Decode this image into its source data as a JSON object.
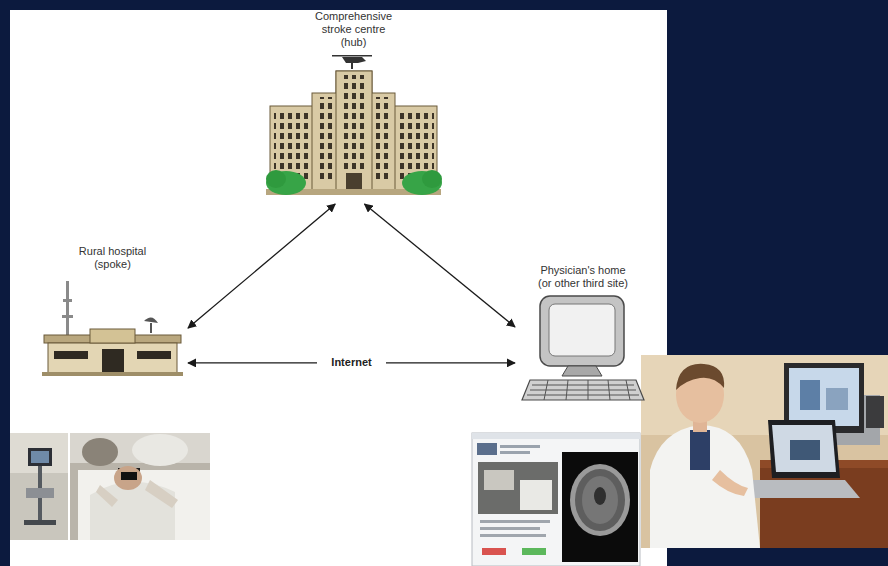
{
  "diagram": {
    "nodes": [
      {
        "text": [
          "Comprehensive stroke centre (hub)"
        ]
      },
      {
        "text": [
          "Rural hospital (spoke)"
        ]
      },
      {
        "text": [
          "Physician's home (or other third site)"
        ]
      }
    ],
    "edges": [
      {
        "from": 0,
        "to": 1,
        "arrow": "both"
      },
      {
        "from": 0,
        "to": 2,
        "arrow": "both"
      },
      {
        "from": 1,
        "to": 2,
        "label": "Internet",
        "arrow": "both"
      }
    ]
  }
}
